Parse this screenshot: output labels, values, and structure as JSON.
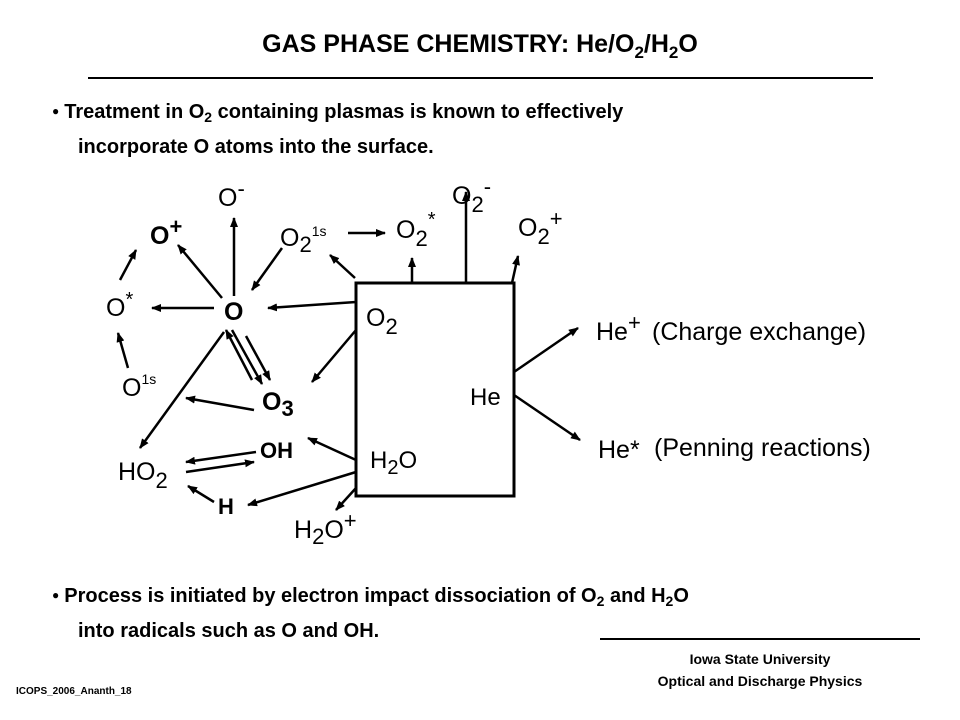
{
  "title": {
    "main": "GAS PHASE CHEMISTRY: He/O",
    "sub1": "2",
    "mid": "/H",
    "sub2": "2",
    "end": "O"
  },
  "bullet1": {
    "line1_a": "Treatment in O",
    "line1_sub": "2",
    "line1_b": " containing plasmas is known to effectively",
    "line2": "incorporate O atoms into the surface."
  },
  "bullet2": {
    "line1_a": "Process is initiated by electron impact dissociation of O",
    "line1_sub1": "2",
    "line1_b": " and H",
    "line1_sub2": "2",
    "line1_c": "O",
    "line2": "into radicals such as O and OH."
  },
  "diagram": {
    "box": {
      "o2": "O",
      "o2_sub": "2",
      "he": "He",
      "h2o_a": "H",
      "h2o_sub": "2",
      "h2o_b": "O"
    },
    "species": {
      "o_minus": "O",
      "o_minus_sup": "-",
      "o_plus": "O",
      "o_plus_sup": "+",
      "o2_1s": "O",
      "o2_1s_sub": "2",
      "o2_1s_sup": "1s",
      "o2_star": "O",
      "o2_star_sub": "2",
      "o2_star_sup": "*",
      "o2_minus": "O",
      "o2_minus_sub": "2",
      "o2_minus_sup": "-",
      "o2_plus": "O",
      "o2_plus_sub": "2",
      "o2_plus_sup": "+",
      "o_star": "O",
      "o_star_sup": "*",
      "o_center": "O",
      "o_1s": "O",
      "o_1s_sup": "1s",
      "o3": "O",
      "o3_sub": "3",
      "oh": "OH",
      "ho2": "HO",
      "ho2_sub": "2",
      "h": "H",
      "h2o_plus_a": "H",
      "h2o_plus_sub": "2",
      "h2o_plus_b": "O",
      "h2o_plus_sup": "+",
      "he_plus": "He",
      "he_plus_sup": "+",
      "he_star": "He*"
    },
    "charge_exchange": "(Charge exchange)",
    "penning": "(Penning reactions)"
  },
  "footer": {
    "left": "ICOPS_2006_Ananth_18",
    "university": "Iowa State University",
    "group": "Optical and Discharge Physics"
  }
}
